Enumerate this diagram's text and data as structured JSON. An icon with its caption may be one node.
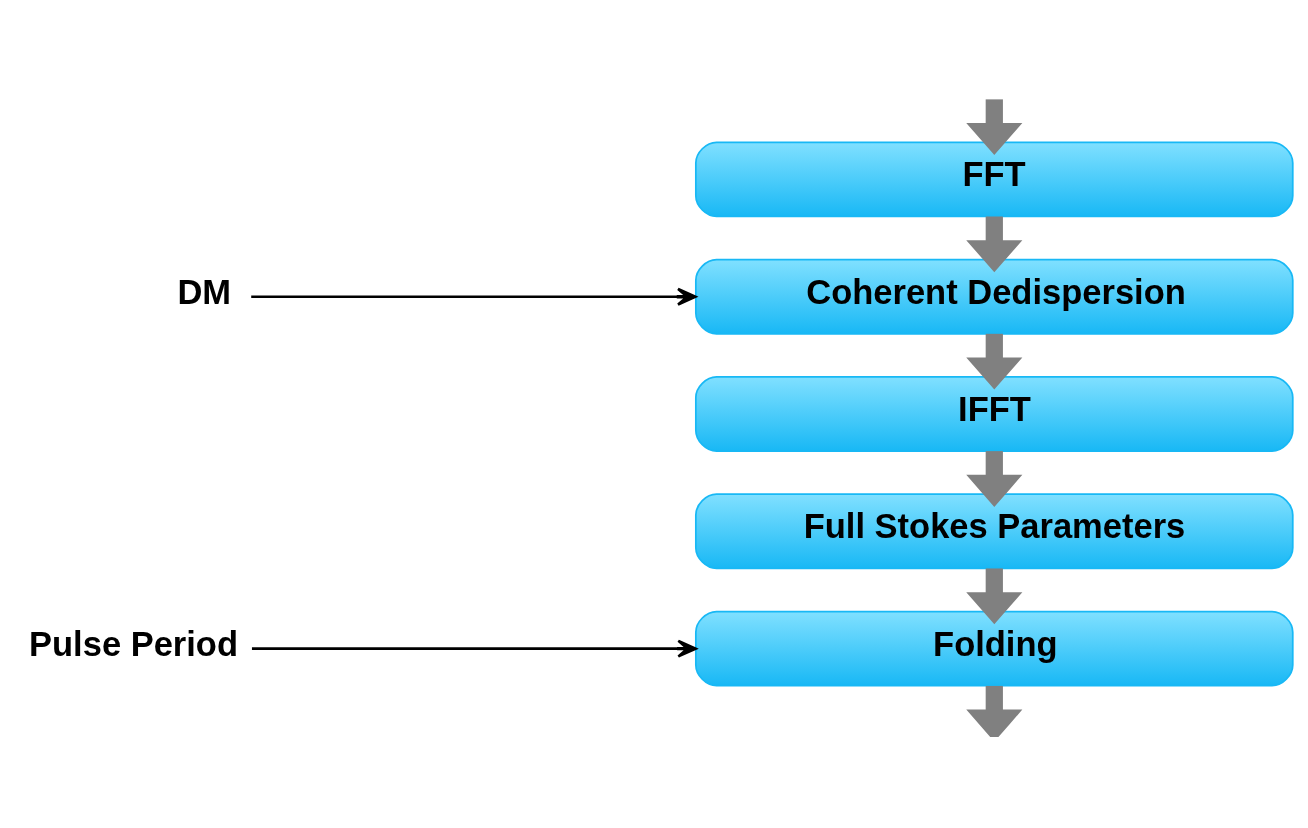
{
  "diagram": {
    "nodes": [
      {
        "text": [
          "FFT"
        ]
      },
      {
        "text": [
          "Coherent Dedispersion"
        ]
      },
      {
        "text": [
          "IFFT"
        ]
      },
      {
        "text": [
          "Full Stokes Parameters"
        ]
      },
      {
        "text": [
          "Folding"
        ]
      },
      {
        "text": [
          "DM"
        ]
      },
      {
        "text": [
          "Pulse Period"
        ]
      }
    ],
    "edges": [
      {
        "from": null,
        "to": 0,
        "arrow": "to"
      },
      {
        "from": 0,
        "to": 1,
        "arrow": "to"
      },
      {
        "from": 1,
        "to": 2,
        "arrow": "to"
      },
      {
        "from": 2,
        "to": 3,
        "arrow": "to"
      },
      {
        "from": 3,
        "to": 4,
        "arrow": "to"
      },
      {
        "from": 4,
        "to": null,
        "arrow": "to"
      },
      {
        "from": 5,
        "to": 1,
        "arrow": "to",
        "color": "#000000"
      },
      {
        "from": 6,
        "to": 4,
        "arrow": "to",
        "color": "#000000"
      }
    ]
  }
}
